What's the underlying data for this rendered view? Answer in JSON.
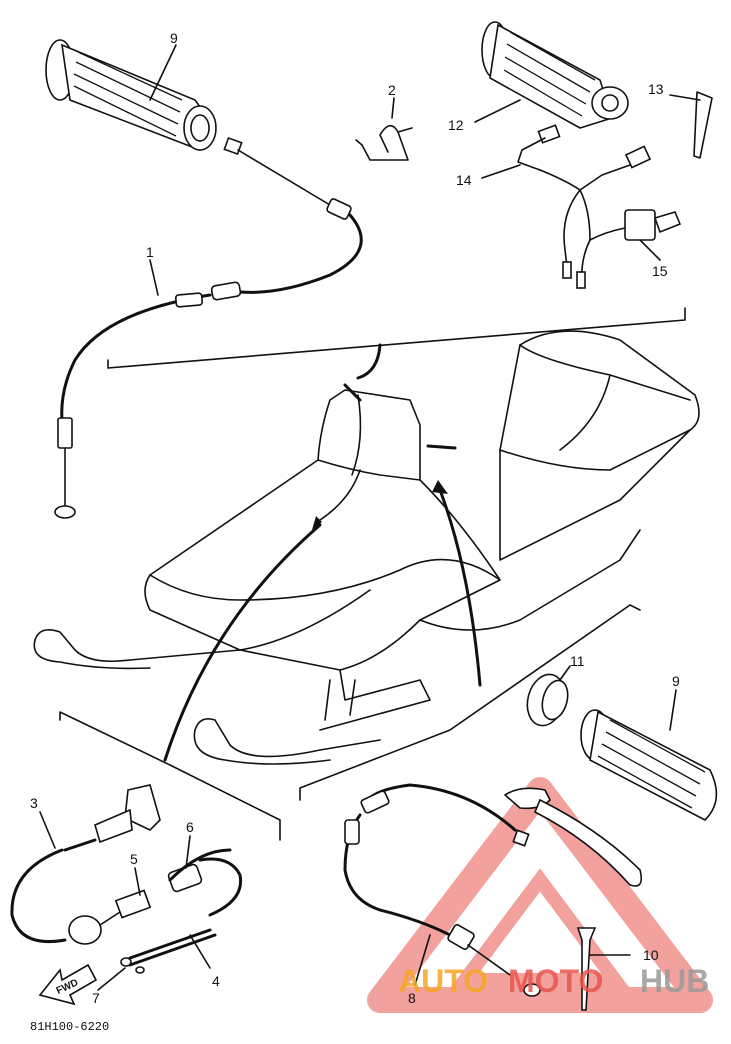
{
  "diagram": {
    "callouts": [
      {
        "id": "c9a",
        "text": "9"
      },
      {
        "id": "c2",
        "text": "2"
      },
      {
        "id": "c12",
        "text": "12"
      },
      {
        "id": "c13",
        "text": "13"
      },
      {
        "id": "c14",
        "text": "14"
      },
      {
        "id": "c15",
        "text": "15"
      },
      {
        "id": "c1",
        "text": "1"
      },
      {
        "id": "c11",
        "text": "11"
      },
      {
        "id": "c9b",
        "text": "9"
      },
      {
        "id": "c3",
        "text": "3"
      },
      {
        "id": "c6",
        "text": "6"
      },
      {
        "id": "c5",
        "text": "5"
      },
      {
        "id": "c4",
        "text": "4"
      },
      {
        "id": "c7",
        "text": "7"
      },
      {
        "id": "c8",
        "text": "8"
      },
      {
        "id": "c10",
        "text": "10"
      }
    ],
    "fwd_arrow_label": "FWD",
    "diagram_code": "81H100-6220"
  },
  "watermark": {
    "text_auto": "AUTO",
    "text_moto": "MOTO",
    "text_hub": "HUB",
    "color_red": "#e8554e",
    "color_orange": "#f5a623",
    "color_gray": "#9a9a9a"
  }
}
